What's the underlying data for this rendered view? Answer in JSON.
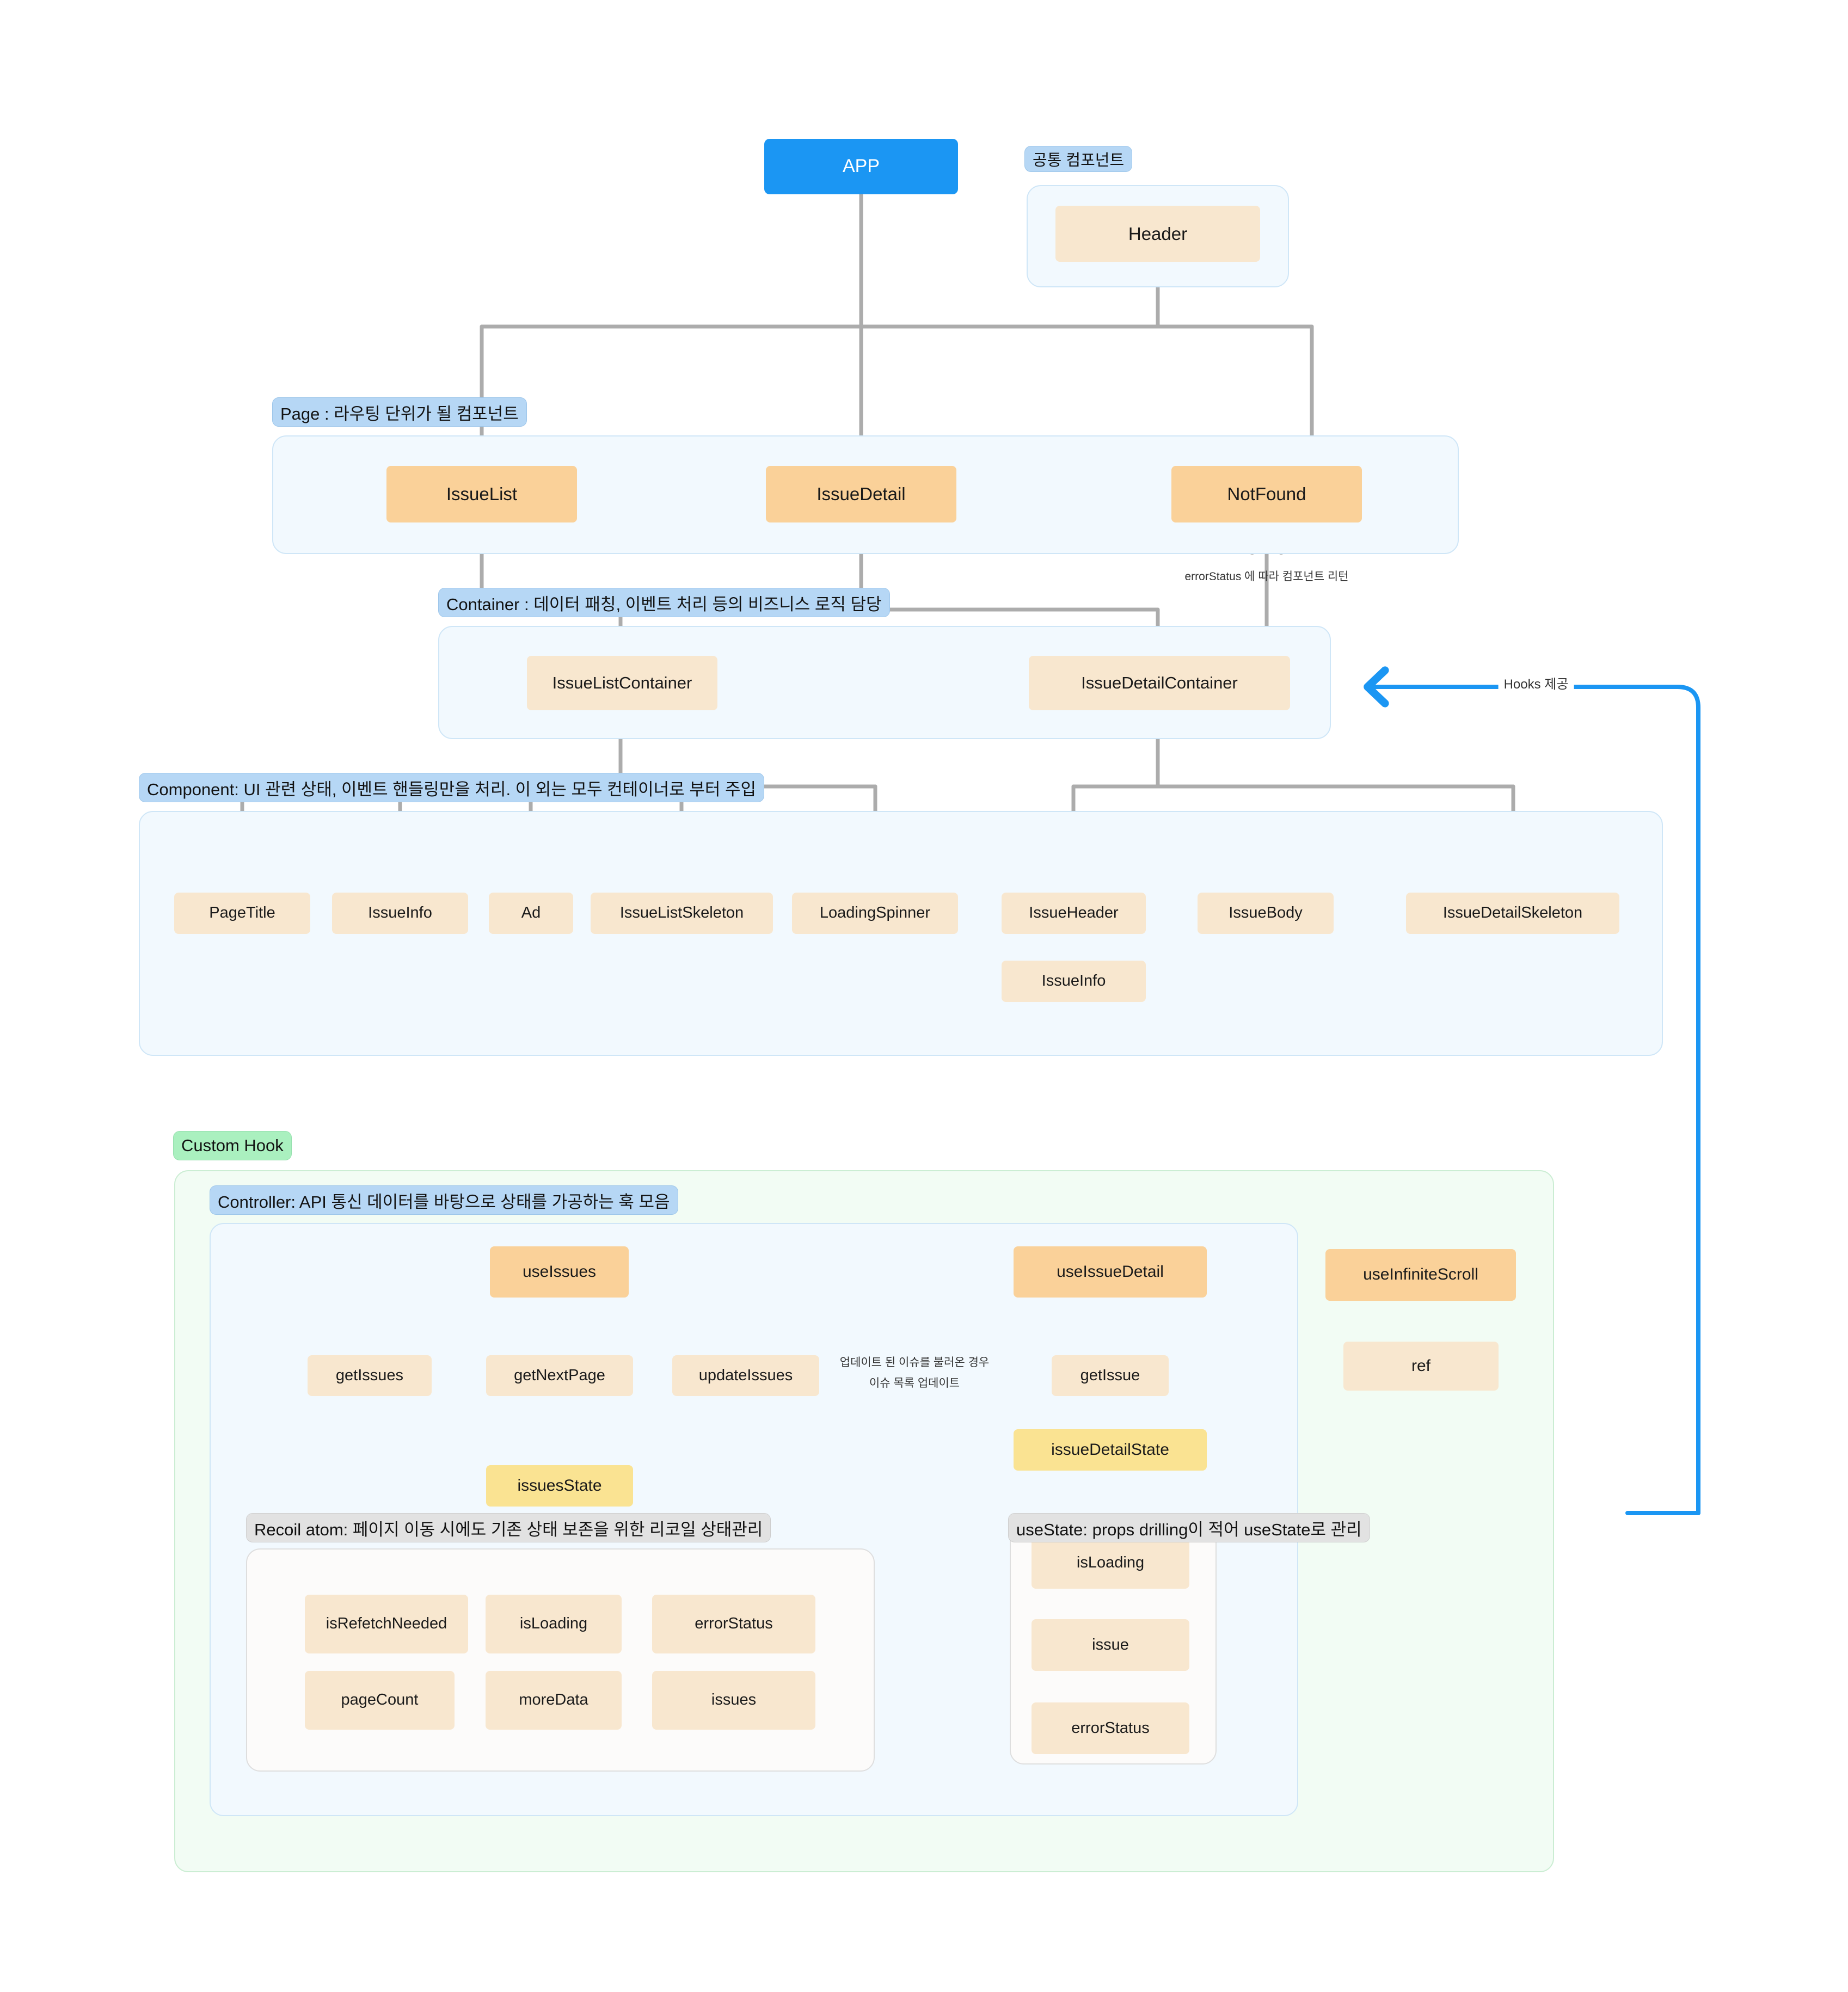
{
  "diagram": {
    "title": "React Application Architecture",
    "colors": {
      "app": "#1b96f3",
      "node_orange": "#fad199",
      "node_cream": "#f8e7cf",
      "node_yellow": "#fae392",
      "group_blue_fill": "#f2f9fe",
      "group_blue_border": "#cfe6f7",
      "group_green_fill": "#f2fcf4",
      "group_green_border": "#cbedd3",
      "pill_blue": "#b6d7f5",
      "pill_green": "#aaf0bf",
      "pill_grey": "#e2e2e2",
      "edge_grey": "#acacac",
      "edge_blue": "#1b96f3"
    }
  },
  "root": {
    "app": "APP"
  },
  "common": {
    "pill": "공통 컴포넌트",
    "nodes": [
      "Header"
    ]
  },
  "page": {
    "pill": "Page : 라우팅 단위가 될 컴포넌트",
    "nodes": [
      "IssueList",
      "IssueDetail",
      "NotFound"
    ]
  },
  "container": {
    "pill": "Container : 데이터 패칭, 이벤트 처리 등의 비즈니스 로직 담당",
    "nodes": [
      "IssueListContainer",
      "IssueDetailContainer"
    ]
  },
  "component": {
    "pill": "Component: UI 관련 상태, 이벤트 핸들링만을 처리. 이 외는 모두 컨테이너로 부터 주입",
    "nodes": [
      "PageTitle",
      "IssueInfo",
      "Ad",
      "IssueListSkeleton",
      "LoadingSpinner",
      "IssueHeader",
      "IssueBody",
      "IssueDetailSkeleton"
    ],
    "child": "IssueInfo"
  },
  "custom_hook": {
    "pill": "Custom Hook",
    "controller": {
      "pill": "Controller: API 통신 데이터를 바탕으로 상태를 가공하는 훅 모음",
      "use_issues": "useIssues",
      "use_issues_children": [
        "getIssues",
        "getNextPage",
        "updateIssues"
      ],
      "issues_state": "issuesState",
      "use_issue_detail": "useIssueDetail",
      "get_issue": "getIssue",
      "issue_detail_state": "issueDetailState"
    },
    "recoil": {
      "pill": "Recoil atom: 페이지 이동 시에도 기존 상태 보존을 위한 리코일 상태관리",
      "atoms": [
        "isRefetchNeeded",
        "isLoading",
        "errorStatus",
        "pageCount",
        "moreData",
        "issues"
      ]
    },
    "use_state": {
      "pill": "useState: props drilling이 적어 useState로 관리",
      "states": [
        "isLoading",
        "issue",
        "errorStatus"
      ]
    },
    "infinite_scroll": {
      "hook": "useInfiniteScroll",
      "ref": "ref"
    }
  },
  "annotations": {
    "error_status": "errorStatus 에 따라 컴포넌트 리턴",
    "update_issues_line1": "업데이트 된 이슈를 불러온 경우",
    "update_issues_line2": "이슈 목록 업데이트",
    "hooks_provide": "Hooks 제공"
  }
}
